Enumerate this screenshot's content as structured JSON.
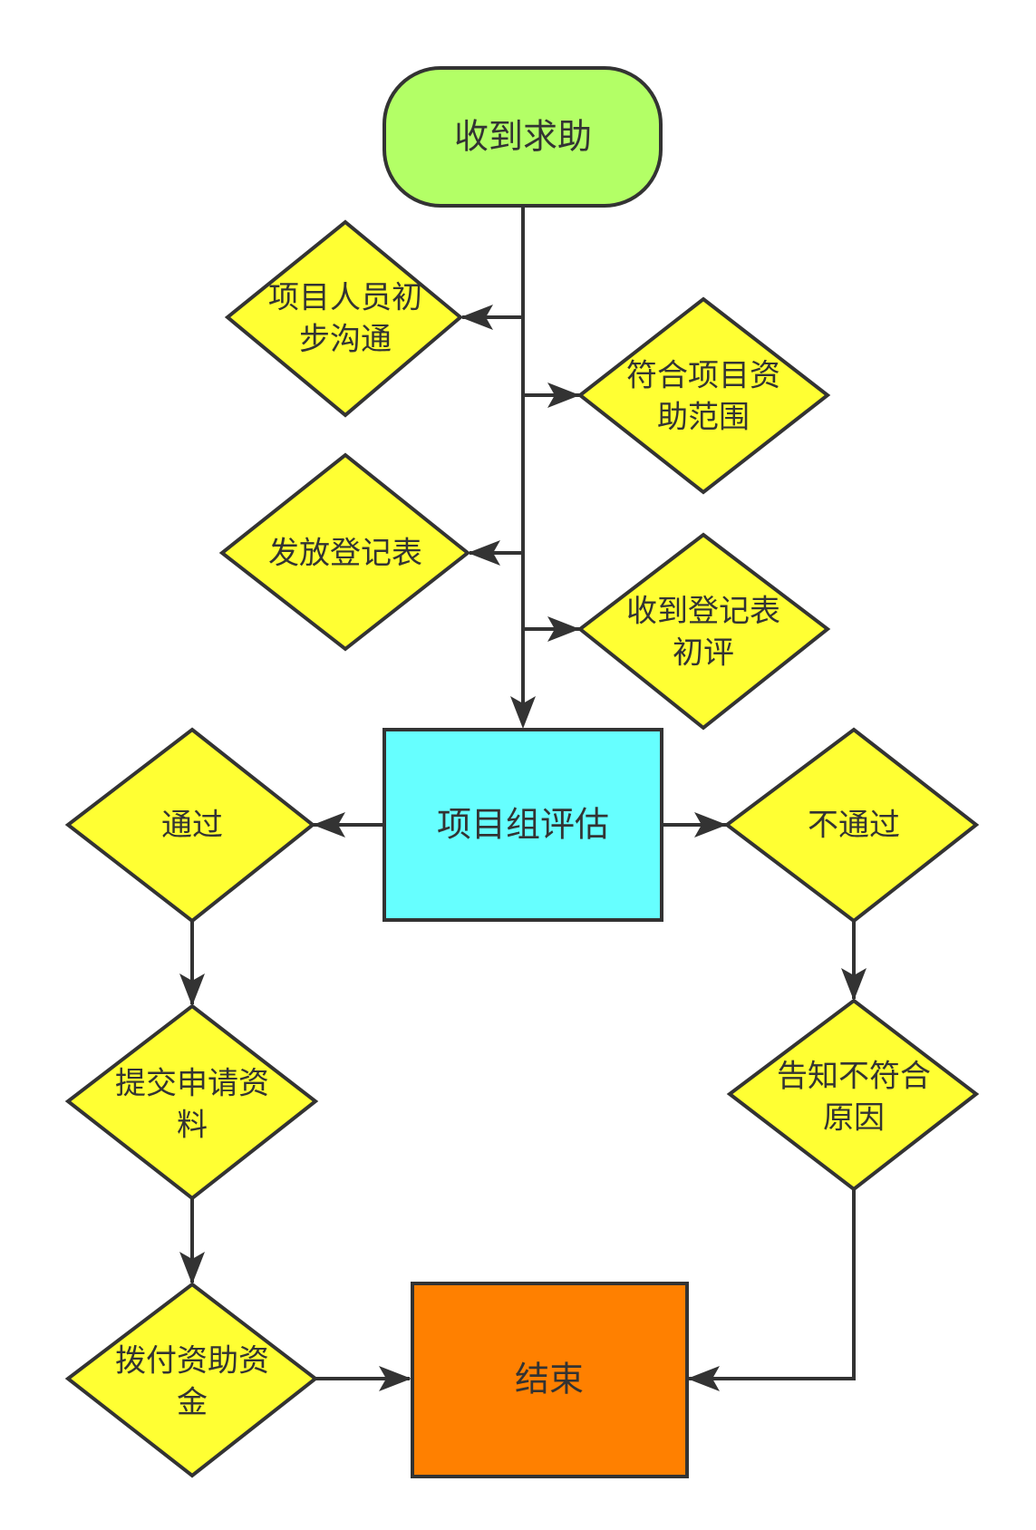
{
  "colors": {
    "start": "#b3ff66",
    "decision": "#ffff33",
    "process": "#66ffff",
    "end": "#ff8000",
    "stroke": "#333333"
  },
  "nodes": {
    "start": {
      "label": "收到求助"
    },
    "d1": {
      "lines": [
        "项目人员初",
        "步沟通"
      ]
    },
    "d2": {
      "lines": [
        "符合项目资",
        "助范围"
      ]
    },
    "d3": {
      "lines": [
        "发放登记表"
      ]
    },
    "d4": {
      "lines": [
        "收到登记表",
        "初评"
      ]
    },
    "assess": {
      "label": "项目组评估"
    },
    "pass": {
      "lines": [
        "通过"
      ]
    },
    "fail": {
      "lines": [
        "不通过"
      ]
    },
    "submit": {
      "lines": [
        "提交申请资",
        "料"
      ]
    },
    "notify": {
      "lines": [
        "告知不符合",
        "原因"
      ]
    },
    "fund": {
      "lines": [
        "拨付资助资",
        "金"
      ]
    },
    "end": {
      "label": "结束"
    }
  }
}
